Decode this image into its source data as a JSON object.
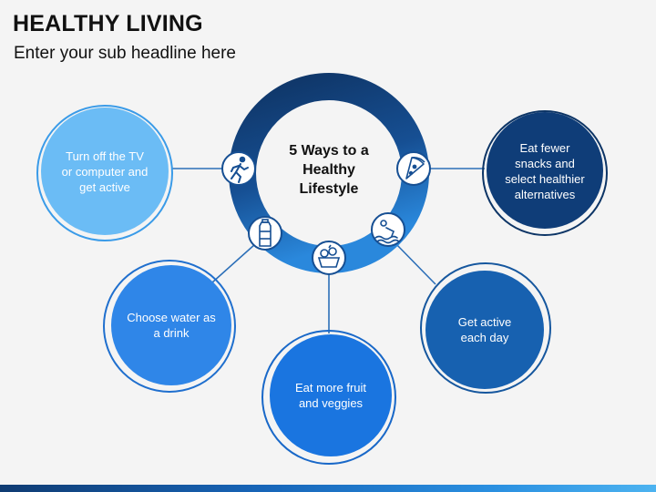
{
  "header": {
    "title": "HEALTHY LIVING",
    "subtitle": "Enter your sub headline here"
  },
  "center": {
    "line1": "5 Ways to a",
    "line2": "Healthy",
    "line3": "Lifestyle"
  },
  "items": [
    {
      "text": "Turn off the TV or computer and get active",
      "icon": "running-person-icon",
      "color": "#6bbcf5"
    },
    {
      "text": "Choose water as a drink",
      "icon": "water-bottle-icon",
      "color": "#2f86e8"
    },
    {
      "text": "Eat more fruit and veggies",
      "icon": "fruit-basket-icon",
      "color": "#1a75e0"
    },
    {
      "text": "Get active each day",
      "icon": "swimmer-icon",
      "color": "#1761b0"
    },
    {
      "text": "Eat fewer snacks and select healthier alternatives",
      "icon": "pizza-slice-icon",
      "color": "#0f3d78"
    }
  ],
  "colors": {
    "ring_dark": "#123d73",
    "ring_mid": "#1b5ea8",
    "ring_light": "#2b8ae0",
    "connector": "#2c6fb8"
  }
}
